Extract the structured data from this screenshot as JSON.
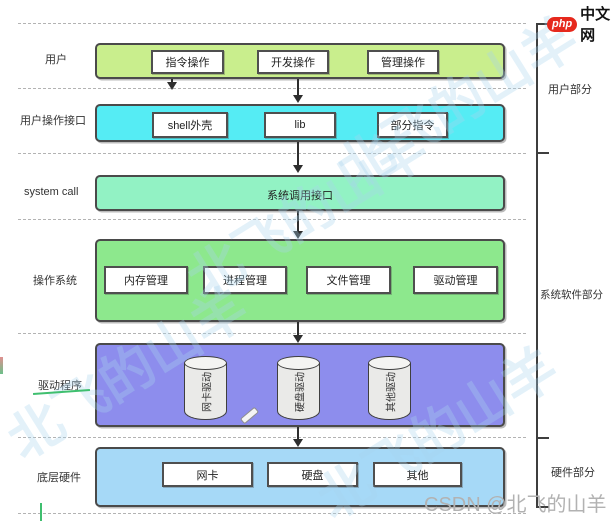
{
  "logo": {
    "badge": "php",
    "name": "中文网"
  },
  "layers": [
    {
      "label": "用户",
      "items": [
        "指令操作",
        "开发操作",
        "管理操作"
      ],
      "color": "#c9ee8d"
    },
    {
      "label": "用户操作接口",
      "items": [
        "shell外壳",
        "lib",
        "部分指令"
      ],
      "color": "#55ecf4"
    },
    {
      "label": "system call",
      "text": "系统调用接口",
      "color": "#92f2c4"
    },
    {
      "label": "操作系统",
      "items": [
        "内存管理",
        "进程管理",
        "文件管理",
        "驱动管理"
      ],
      "color": "#8de88d"
    },
    {
      "label": "驱动程序",
      "cylinders": [
        "网卡驱动",
        "硬盘驱动",
        "其他驱动"
      ],
      "color": "#8d8ded"
    },
    {
      "label": "底层硬件",
      "items": [
        "网卡",
        "硬盘",
        "其他"
      ],
      "color": "#a6d9f7"
    }
  ],
  "right_sections": [
    {
      "label": "用户部分"
    },
    {
      "label": "系统软件部分"
    },
    {
      "label": "硬件部分"
    }
  ],
  "watermarks": {
    "csdn": "CSDN @北飞的山羊",
    "diagonal": "北飞的山羊"
  },
  "colors": {
    "logo_red": "#e6291d",
    "dashed_line": "#b3b3b3",
    "box_border": "#4a4a4a",
    "annotation_green": "#3fbf6f",
    "watermark_gray": "#b2b2b2",
    "watermark_blue": "#a9d5ef"
  }
}
